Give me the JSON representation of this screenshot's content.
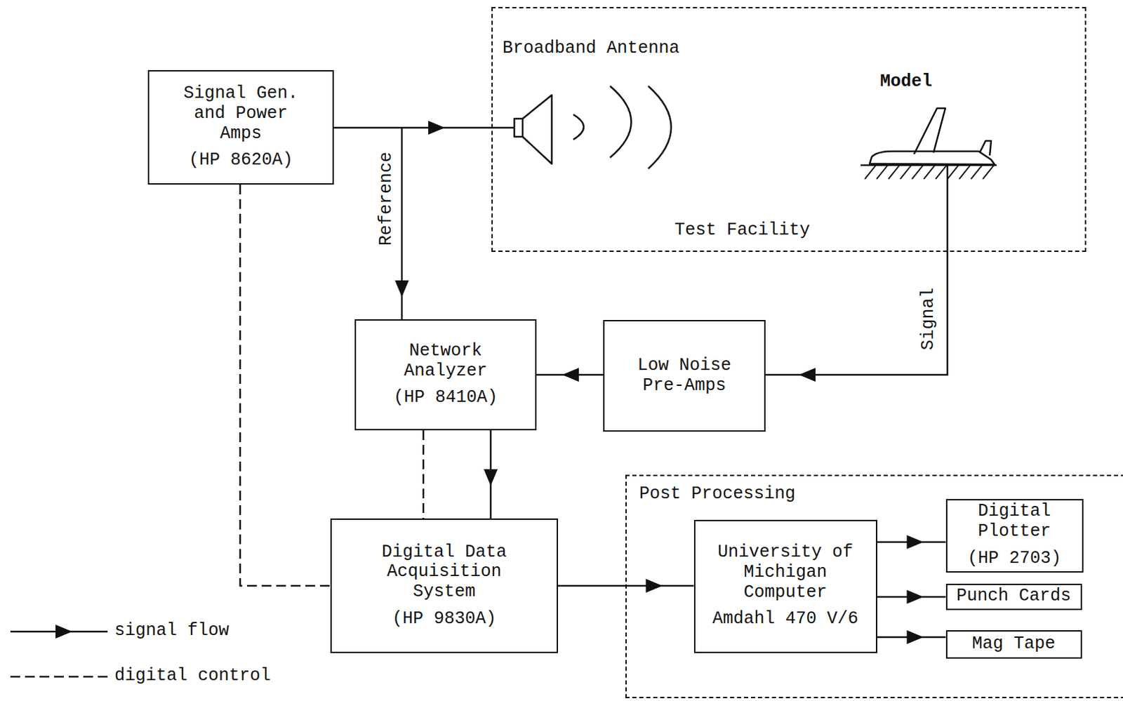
{
  "diagram": {
    "nodes": [
      {
        "text": [
          "Signal Gen. and Power Amps",
          "(HP 8620A)"
        ]
      },
      {
        "text": [
          "Test Facility"
        ]
      },
      {
        "text": [
          "Network Analyzer",
          "(HP 8410A)"
        ]
      },
      {
        "text": [
          "Low Noise Pre-Amps"
        ]
      },
      {
        "text": [
          "Digital Data Acquisition System",
          "(HP 9830A)"
        ]
      },
      {
        "text": [
          "Post Processing"
        ]
      },
      {
        "text": [
          "University of Michigan Computer",
          "Amdahl 470 V/6"
        ],
        "in": 5
      },
      {
        "text": [
          "Digital Plotter",
          "(HP 2703)"
        ],
        "in": 5
      },
      {
        "text": [
          "Punch Cards"
        ],
        "in": 5
      },
      {
        "text": [
          "Mag Tape"
        ],
        "in": 5
      }
    ],
    "edges": [
      {
        "from": 0,
        "to": 1,
        "arrow": "to"
      },
      {
        "from": 0,
        "to": 2,
        "label": "Reference",
        "arrow": "to"
      },
      {
        "from": 1,
        "to": 3,
        "label": "Signal",
        "arrow": "to"
      },
      {
        "from": 3,
        "to": 2,
        "arrow": "to"
      },
      {
        "from": 2,
        "to": 4,
        "arrow": "to"
      },
      {
        "from": 2,
        "to": 4,
        "arrow": "none"
      },
      {
        "from": 0,
        "to": 4,
        "arrow": "none"
      },
      {
        "from": 4,
        "to": 6,
        "arrow": "to"
      },
      {
        "from": 6,
        "to": 7,
        "arrow": "to"
      },
      {
        "from": 6,
        "to": 8,
        "arrow": "to"
      },
      {
        "from": 6,
        "to": 9,
        "arrow": "to"
      }
    ],
    "labels": [
      "Broadband Antenna",
      "Model"
    ],
    "legend": [
      {
        "text": "signal flow"
      },
      {
        "text": "digital control"
      }
    ]
  }
}
